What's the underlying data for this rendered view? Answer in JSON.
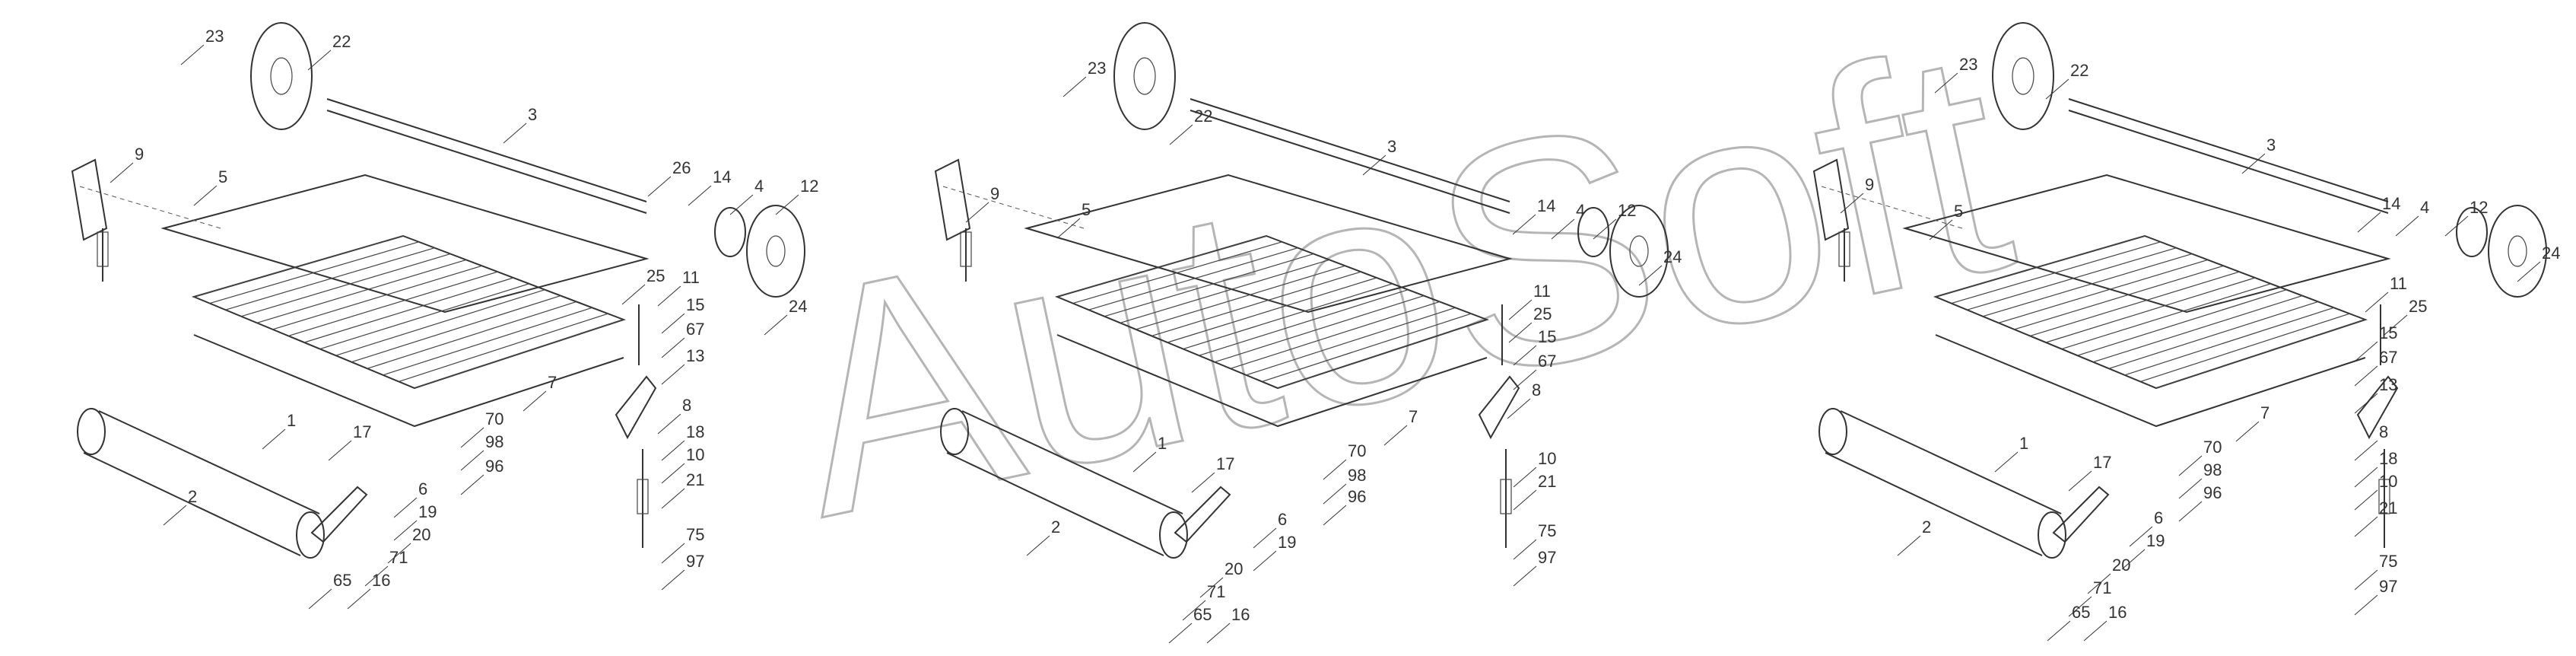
{
  "watermark": {
    "text": "AutoSoft"
  },
  "labels": [
    "1",
    "2",
    "3",
    "4",
    "5",
    "6",
    "7",
    "8",
    "9",
    "10",
    "11",
    "12",
    "13",
    "14",
    "15",
    "16",
    "17",
    "18",
    "19",
    "20",
    "21",
    "22",
    "23",
    "24",
    "25",
    "26",
    "65",
    "67",
    "70",
    "71",
    "75",
    "96",
    "97",
    "98"
  ],
  "panels": [
    {
      "name": "left",
      "ids": [
        "23",
        "22",
        "3",
        "26",
        "14",
        "4",
        "12",
        "24",
        "9",
        "5",
        "25",
        "11",
        "15",
        "67",
        "13",
        "7",
        "1",
        "8",
        "18",
        "10",
        "21",
        "75",
        "97",
        "17",
        "70",
        "98",
        "96",
        "6",
        "19",
        "20",
        "71",
        "16",
        "65",
        "2"
      ]
    },
    {
      "name": "middle",
      "ids": [
        "23",
        "22",
        "3",
        "14",
        "4",
        "12",
        "24",
        "9",
        "5",
        "11",
        "25",
        "15",
        "67",
        "8",
        "7",
        "1",
        "17",
        "70",
        "98",
        "96",
        "10",
        "21",
        "75",
        "97",
        "6",
        "19",
        "20",
        "71",
        "16",
        "65",
        "2"
      ]
    },
    {
      "name": "right",
      "ids": [
        "23",
        "22",
        "3",
        "14",
        "4",
        "12",
        "24",
        "9",
        "5",
        "11",
        "25",
        "15",
        "67",
        "13",
        "7",
        "8",
        "1",
        "18",
        "10",
        "21",
        "75",
        "97",
        "17",
        "70",
        "98",
        "96",
        "6",
        "19",
        "20",
        "71",
        "16",
        "65",
        "2"
      ]
    }
  ]
}
